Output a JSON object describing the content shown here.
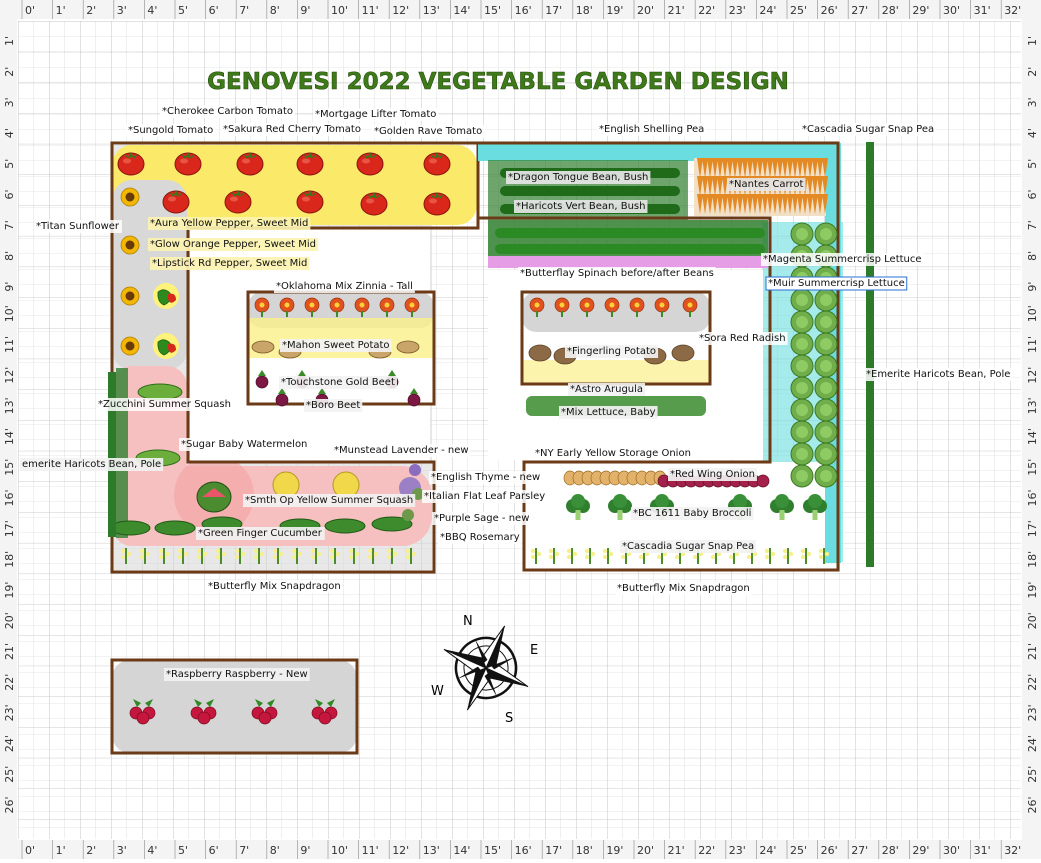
{
  "title": "GENOVESI 2022 VEGETABLE GARDEN DESIGN",
  "ruler": {
    "top": [
      "0'",
      "1'",
      "2'",
      "3'",
      "4'",
      "5'",
      "6'",
      "7'",
      "8'",
      "9'",
      "10'",
      "11'",
      "12'",
      "13'",
      "14'",
      "15'",
      "16'",
      "17'",
      "18'",
      "19'",
      "20'",
      "21'",
      "22'",
      "23'",
      "24'",
      "25'",
      "26'",
      "27'",
      "28'",
      "29'",
      "30'",
      "31'",
      "32'"
    ],
    "side": [
      "1'",
      "2'",
      "3'",
      "4'",
      "5'",
      "6'",
      "7'",
      "8'",
      "9'",
      "10'",
      "11'",
      "12'",
      "13'",
      "14'",
      "15'",
      "16'",
      "17'",
      "18'",
      "19'",
      "20'",
      "21'",
      "22'",
      "23'",
      "24'",
      "25'",
      "26'"
    ]
  },
  "compass": {
    "n": "N",
    "e": "E",
    "s": "S",
    "w": "W"
  },
  "labels": {
    "cherokee": "*Cherokee Carbon Tomato",
    "mortgage": "*Mortgage Lifter Tomato",
    "sungold": "*Sungold Tomato",
    "sakura": "*Sakura Red Cherry Tomato",
    "golden_rave": "*Golden Rave Tomato",
    "english_pea": "*English Shelling Pea",
    "cascadia_top": "*Cascadia Sugar Snap Pea",
    "dragon_bean": "*Dragon Tongue Bean, Bush",
    "nantes": "*Nantes Carrot",
    "haricots_vert": "*Haricots Vert Bean, Bush",
    "titan": "*Titan Sunflower",
    "aura": "*Aura Yellow Pepper, Sweet Mid",
    "glow": "*Glow Orange Pepper, Sweet Mid",
    "lipstick": "*Lipstick Rd Pepper, Sweet Mid",
    "butterflay": "*Butterflay Spinach before/after Beans",
    "magenta": "*Magenta Summercrisp Lettuce",
    "muir": "*Muir Summercrisp Lettuce",
    "zinnia": "*Oklahoma Mix Zinnia - Tall",
    "sora": "*Sora Red Radish",
    "mahon": "*Mahon Sweet Potato",
    "fingerling": "*Fingerling Potato",
    "touchstone": "*Touchstone Gold Beet",
    "emerite_right": "*Emerite Haricots Bean, Pole",
    "astro": "*Astro Arugula",
    "zucchini": "*Zucchini Summer Squash",
    "boro": "*Boro Beet",
    "mix_lettuce": "*Mix Lettuce, Baby",
    "watermelon": "*Sugar Baby Watermelon",
    "lavender": "*Munstead Lavender - new",
    "onion_ny": "*NY Early Yellow Storage Onion",
    "emerite_left": "emerite Haricots Bean, Pole",
    "thyme": "*English Thyme - new",
    "red_wing": "*Red Wing Onion",
    "yellow_squash": "*Smth Op Yellow Summer Squash",
    "parsley": "*Italian Flat Leaf Parsley",
    "broccoli": "*BC 1611 Baby Broccoli",
    "sage": "*Purple Sage - new",
    "cucumber": "*Green Finger Cucumber",
    "rosemary": "*BBQ Rosemary",
    "cascadia_bottom": "*Cascadia Sugar Snap Pea",
    "snap_left": "*Butterfly Mix Snapdragon",
    "snap_right": "*Butterfly Mix Snapdragon",
    "raspberry": "*Raspberry Raspberry - New"
  },
  "colors": {
    "title": "#3f7a1a",
    "bed_border": "#6b3a16",
    "tomato_zone": "#fbe96a",
    "squash_zone": "#f6c0c0",
    "walkway": "#d5d5d5",
    "pea_trellis": "#69dde0",
    "tomato": "#d9271b",
    "grid_line": "#cfcfcf"
  },
  "icons": [
    "tomato-icon",
    "sunflower-icon",
    "pepper-icon",
    "zinnia-icon",
    "sweet-potato-icon",
    "beet-icon",
    "watermelon-icon",
    "squash-icon",
    "cucumber-icon",
    "snapdragon-icon",
    "carrot-icon",
    "lettuce-icon",
    "broccoli-icon",
    "onion-icon",
    "raspberry-icon",
    "compass-rose-icon"
  ]
}
